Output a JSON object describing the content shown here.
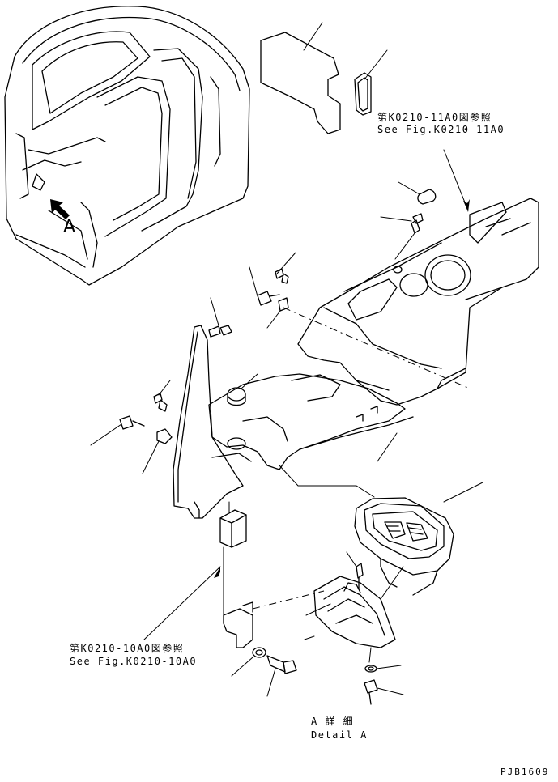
{
  "detail_letter": "A",
  "ref_top": {
    "ja": "第K0210-11A0図参照",
    "en": "See Fig.K0210-11A0"
  },
  "ref_bottom": {
    "ja": "第K0210-10A0図参照",
    "en": "See Fig.K0210-10A0"
  },
  "detail_caption": {
    "ja": "A 詳 細",
    "en": "Detail A"
  },
  "drawing_code": "PJB1609"
}
